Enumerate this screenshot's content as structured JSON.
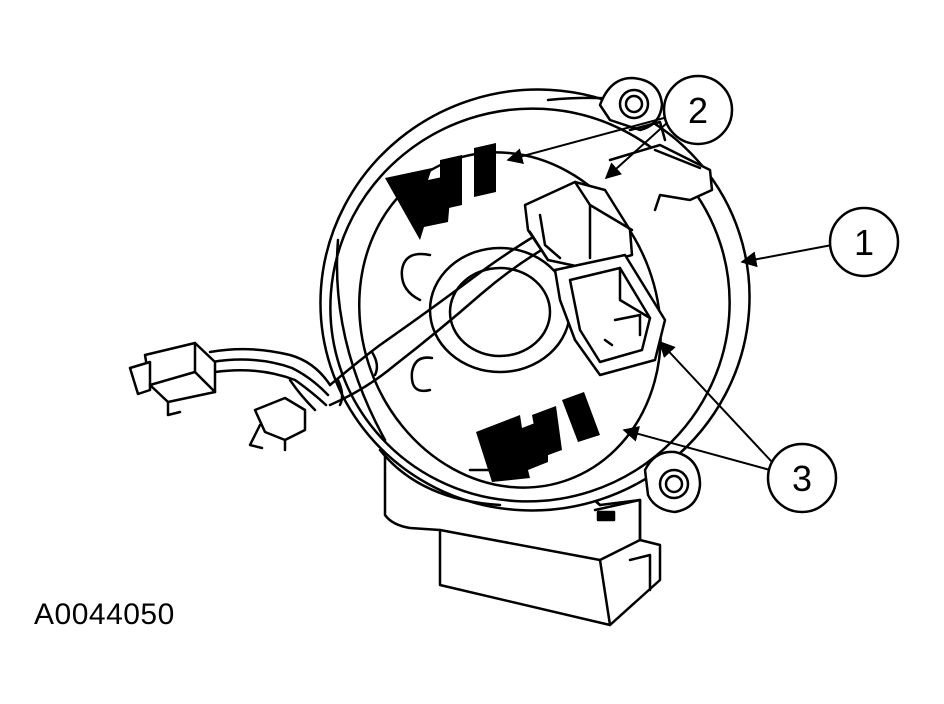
{
  "figure": {
    "id": "A0044050"
  },
  "callouts": [
    {
      "number": "1"
    },
    {
      "number": "2"
    },
    {
      "number": "3"
    }
  ]
}
